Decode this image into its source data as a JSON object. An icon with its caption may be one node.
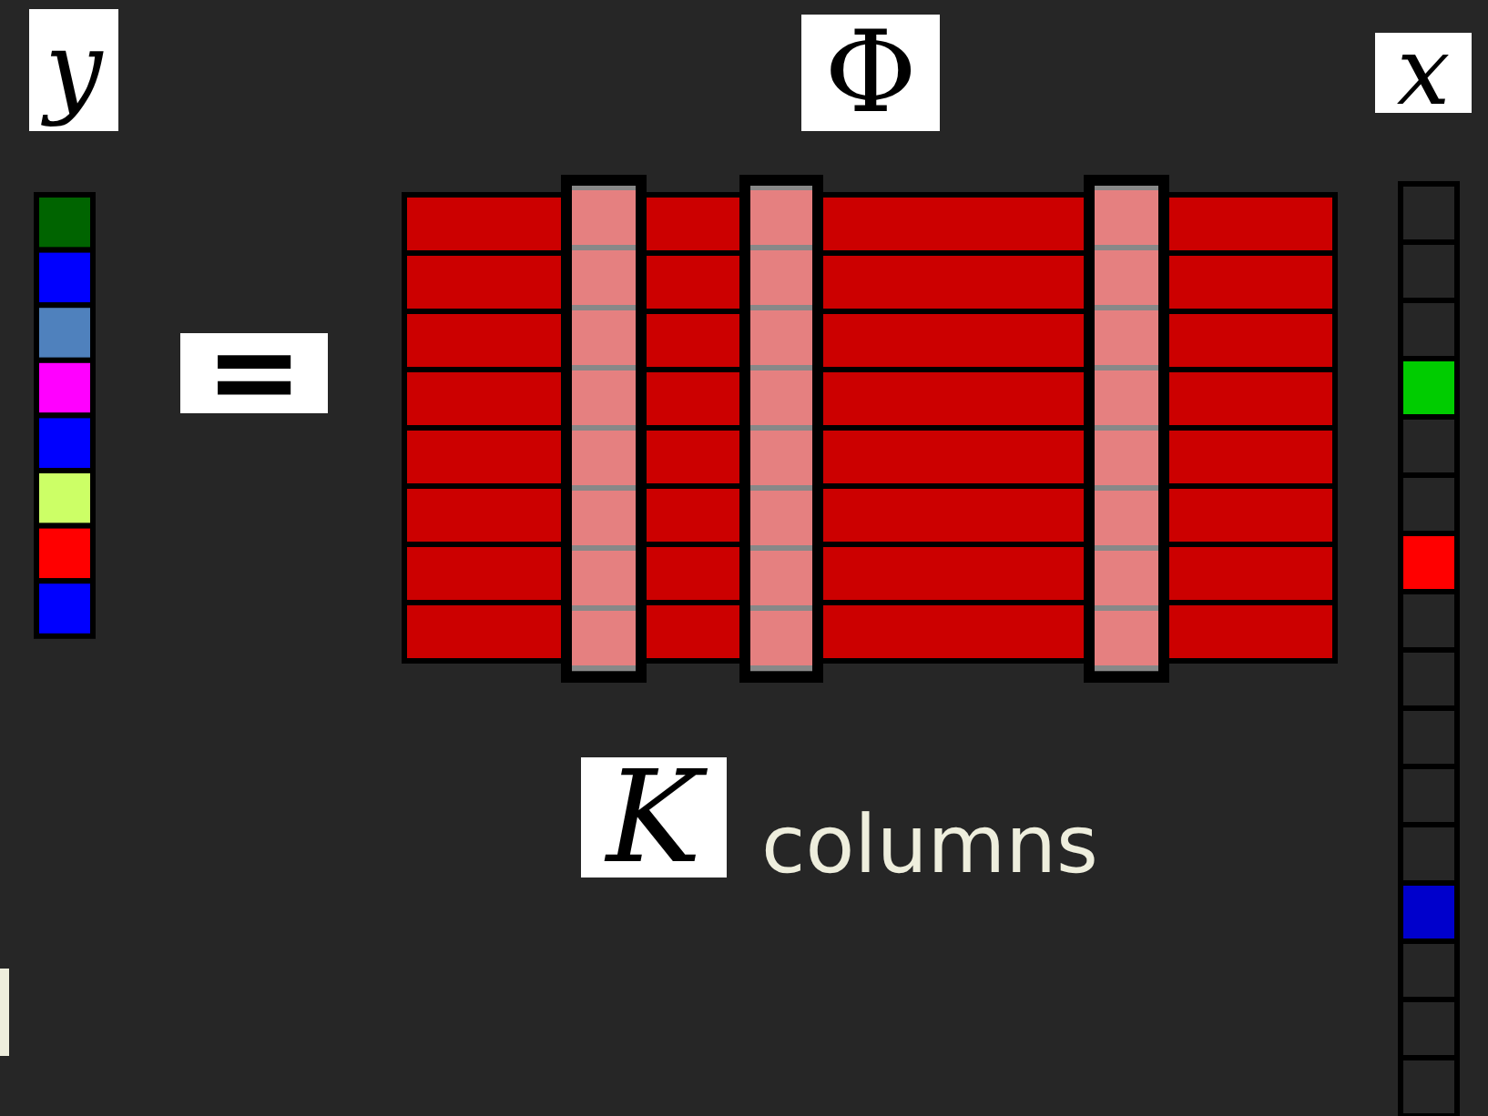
{
  "diagram": {
    "labels": [
      "y",
      "Φ",
      "x",
      "=",
      "K",
      "columns"
    ]
  }
}
